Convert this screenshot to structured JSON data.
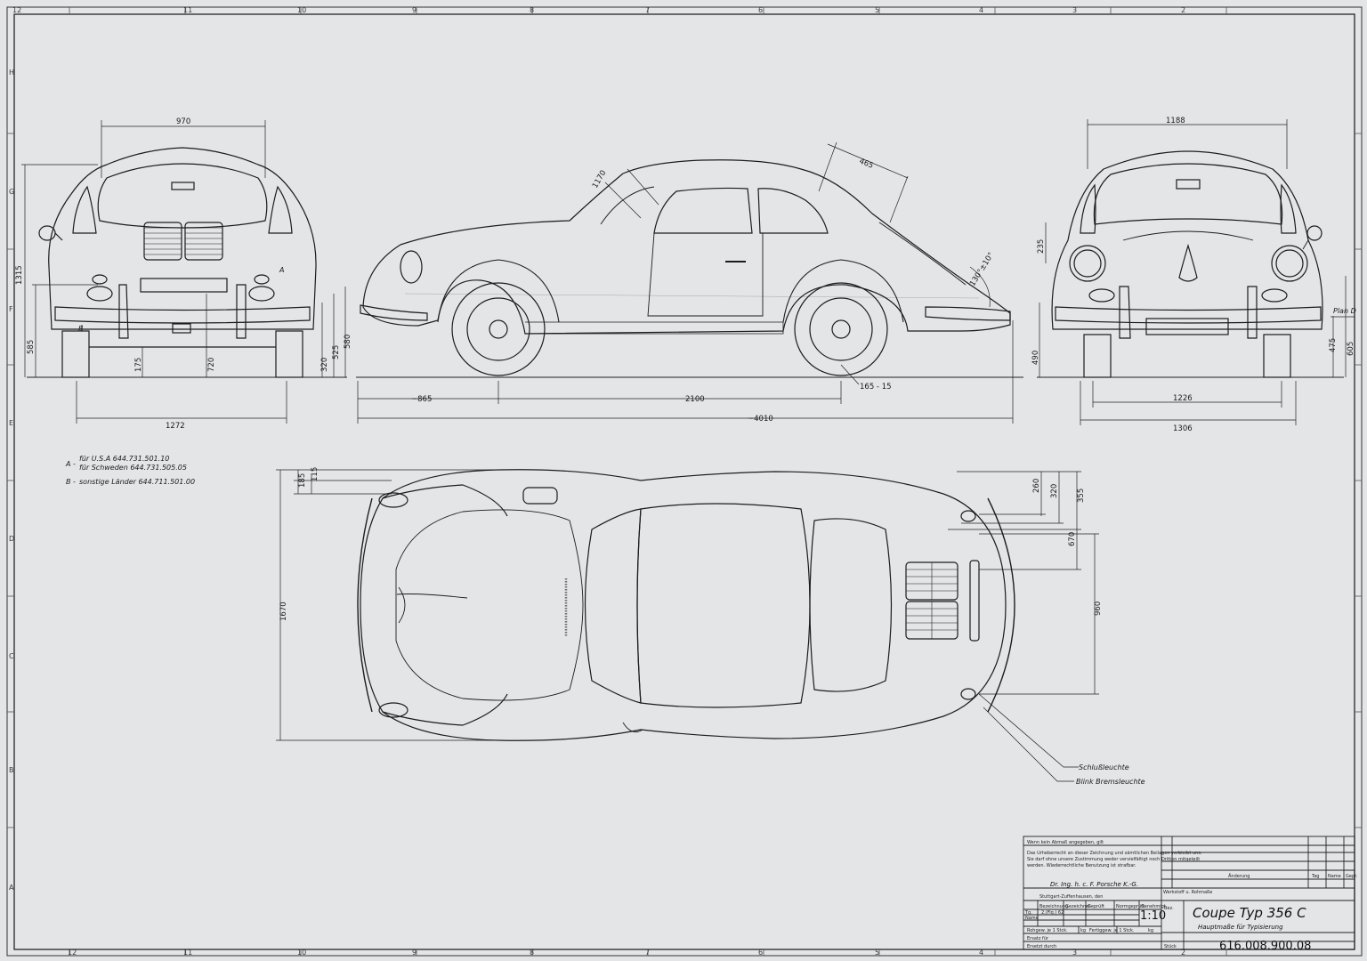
{
  "zones": {
    "top": [
      "12",
      "11",
      "10",
      "9",
      "8",
      "7",
      "6",
      "5",
      "4",
      "3",
      "2"
    ],
    "bottom": [
      "12",
      "11",
      "10",
      "9",
      "8",
      "7",
      "6",
      "5",
      "4",
      "3",
      "2"
    ],
    "left": [
      "H",
      "G",
      "F",
      "E",
      "D",
      "C",
      "B",
      "A"
    ]
  },
  "front_view": {
    "dims": {
      "width_top": "970",
      "track": "1272",
      "height_total": "1315",
      "height_lower": "585",
      "clearance": "175",
      "lamp_dist": "720",
      "h_320": "320",
      "h_525": "525",
      "h_580": "580"
    },
    "labels": {
      "a": "A",
      "b": "B"
    }
  },
  "side_view": {
    "dims": {
      "front_overhang": "~865",
      "wheelbase": "2100",
      "length": "~4010",
      "tire": "165 - 15",
      "glass": "465",
      "angle": "130°±10°",
      "windshield": "1170"
    }
  },
  "rear_view": {
    "dims": {
      "width_top": "1188",
      "track_inner": "1226",
      "track_outer": "1306",
      "lamp_height": "235",
      "h_490": "490",
      "h_475": "475",
      "h_605": "605",
      "plane": "Plan D"
    }
  },
  "top_view": {
    "dims": {
      "d185": "185",
      "d115": "115",
      "width": "1670",
      "d260": "260",
      "d320": "320",
      "d355": "355",
      "d670": "670",
      "d960": "960"
    },
    "callouts": {
      "tail_light": "Schlußleuchte",
      "brake_light": "Blink Bremsleuchte"
    }
  },
  "notes": {
    "a_prefix": "A -",
    "a_usa": "für U.S.A  644.731.501.10",
    "a_sweden": "für Schweden 644.731.505.05",
    "b_prefix": "B -",
    "b_other": "sonstige Länder 644.711.501.00"
  },
  "title_block": {
    "note_heading": "Wenn kein Abmaß angegeben, gilt",
    "fine_print": [
      "Das Urheberrecht an dieser Zeichnung und sämtlichen Beilagen verbleibt uns.",
      "Sie darf ohne unsere Zustimmung weder vervielfältigt noch Dritten mitgeteilt",
      "werden. Wiederrechtliche Benutzung ist strafbar."
    ],
    "company": "Dr. Ing. h. c. F. Porsche K.-G.",
    "location": "Stuttgart-Zuffenhausen, den",
    "col_headers": [
      "Bezeichnung",
      "Gezeichnet",
      "Geprüft",
      "Normgeprüft",
      "Genehmigt"
    ],
    "date_rows": [
      "Tg.",
      "Name"
    ],
    "date_values": [
      "2.(Fig.) 62",
      ""
    ],
    "tolerance_a": "Rohgew. je 1 Stck.",
    "tolerance_b": "Fertiggew. je 1 Stck.",
    "unit": "kg",
    "replaces": "Ersatz für",
    "replaced_by": "Ersetzt durch",
    "scale": "1:10",
    "werkstoff": "Werkstoff u. Rohmaße",
    "change_header": "Änderung",
    "change_cols": [
      "Tag",
      "Name",
      "Gepr."
    ],
    "bez": "Bez.",
    "title_main": "Coupe  Typ 356 C",
    "title_sub": "Hauptmaße für Typisierung",
    "sheet_label": "Stück",
    "drawing_number": "616.008.900.08"
  }
}
